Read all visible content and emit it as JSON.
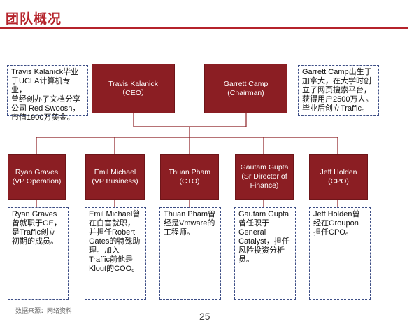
{
  "title": "团队概况",
  "top": [
    {
      "name": "Travis Kalanick",
      "role": "（CEO）",
      "note": "Travis Kalanick毕业\n于UCLA计算机专业，\n曾经创办了文档分享\n公司 Red Swoosh，\n市值1900万美金。"
    },
    {
      "name": "Garrett Camp",
      "role": "(Chairman)",
      "note": "Garrett Camp出生于\n加拿大，在大学时创\n立了网页搜索平台，\n获得用户2500万人。\n毕业后创立Traffic。"
    }
  ],
  "bottom": [
    {
      "name": "Ryan Graves",
      "role": "(VP Operation)",
      "note": "Ryan Graves\n曾就职于GE，\n是Traffic创立\n初期的成员。"
    },
    {
      "name": "Emil Michael",
      "role": "(VP Business)",
      "note": "Emil Michael曾\n在白宫就职，\n并担任Robert\nGates的特殊助\n理。加入\nTraffic前他是\nKlout的COO。"
    },
    {
      "name": "Thuan Pham",
      "role": "(CTO)",
      "note": "Thuan Pham曾\n经是Vmware的\n工程师。"
    },
    {
      "name": "Gautam Gupta",
      "role": "(Sr Director of\nFinance)",
      "note": "Gautam Gupta\n曾任职于\nGeneral\nCatalyst，担任\n风险投资分析\n员。"
    },
    {
      "name": "Jeff Holden",
      "role": "(CPO)",
      "note": "Jeff Holden曾\n经在Groupon\n担任CPO。"
    }
  ],
  "footer": "数据来源：网络资料",
  "page_number": "25"
}
